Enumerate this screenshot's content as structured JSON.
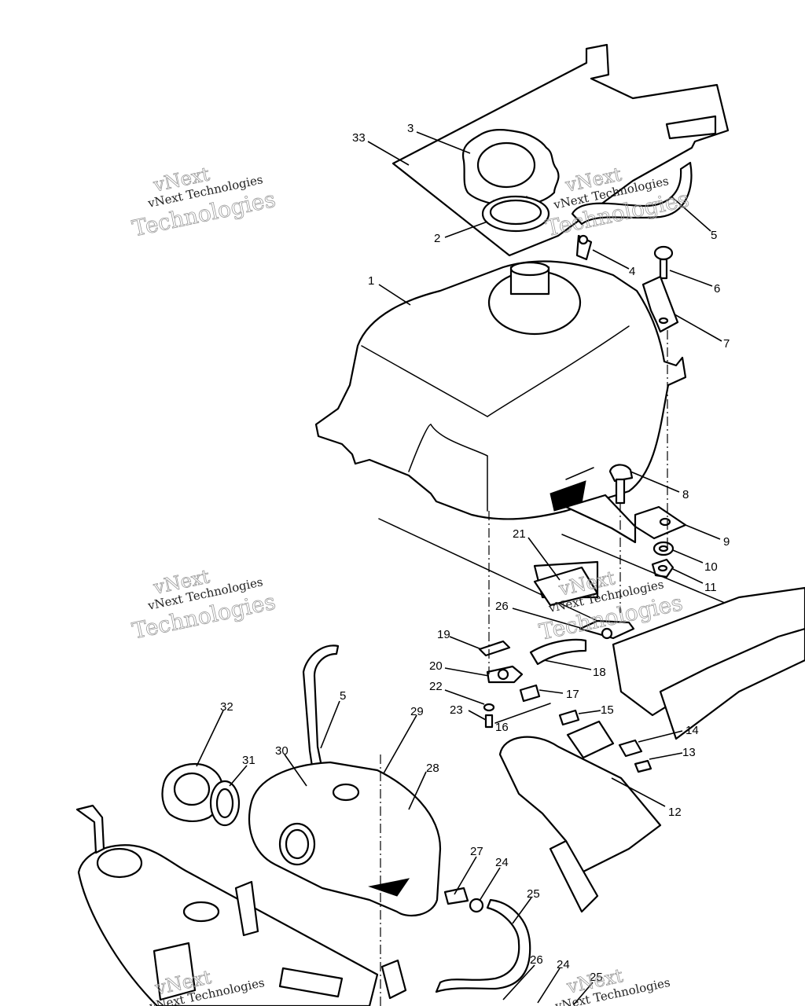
{
  "callouts": [
    {
      "id": "c33",
      "label": "33"
    },
    {
      "id": "c3",
      "label": "3"
    },
    {
      "id": "c2",
      "label": "2"
    },
    {
      "id": "c1",
      "label": "1"
    },
    {
      "id": "c5a",
      "label": "5"
    },
    {
      "id": "c4",
      "label": "4"
    },
    {
      "id": "c6",
      "label": "6"
    },
    {
      "id": "c7",
      "label": "7"
    },
    {
      "id": "c8",
      "label": "8"
    },
    {
      "id": "c9",
      "label": "9"
    },
    {
      "id": "c10",
      "label": "10"
    },
    {
      "id": "c11",
      "label": "11"
    },
    {
      "id": "c21",
      "label": "21"
    },
    {
      "id": "c26a",
      "label": "26"
    },
    {
      "id": "c19",
      "label": "19"
    },
    {
      "id": "c18",
      "label": "18"
    },
    {
      "id": "c20",
      "label": "20"
    },
    {
      "id": "c17",
      "label": "17"
    },
    {
      "id": "c22",
      "label": "22"
    },
    {
      "id": "c23",
      "label": "23"
    },
    {
      "id": "c16",
      "label": "16"
    },
    {
      "id": "c15",
      "label": "15"
    },
    {
      "id": "c14",
      "label": "14"
    },
    {
      "id": "c13",
      "label": "13"
    },
    {
      "id": "c12",
      "label": "12"
    },
    {
      "id": "c32",
      "label": "32"
    },
    {
      "id": "c5b",
      "label": "5"
    },
    {
      "id": "c29",
      "label": "29"
    },
    {
      "id": "c30",
      "label": "30"
    },
    {
      "id": "c31",
      "label": "31"
    },
    {
      "id": "c28",
      "label": "28"
    },
    {
      "id": "c27",
      "label": "27"
    },
    {
      "id": "c24a",
      "label": "24"
    },
    {
      "id": "c25a",
      "label": "25"
    },
    {
      "id": "c26b",
      "label": "26"
    },
    {
      "id": "c24b",
      "label": "24"
    },
    {
      "id": "c25b",
      "label": "25"
    }
  ],
  "watermark": {
    "line1": "vNext",
    "line2": "vNext Technologies",
    "line3": "Technologies"
  }
}
